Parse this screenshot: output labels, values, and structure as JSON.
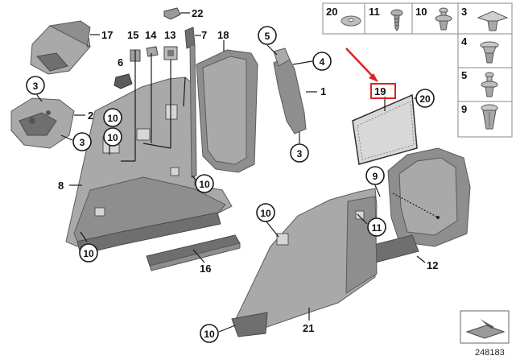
{
  "callouts": {
    "c1": "1",
    "c2": "2",
    "c3": "3",
    "c4": "4",
    "c5": "5",
    "c6": "6",
    "c7": "7",
    "c8": "8",
    "c9": "9",
    "c10": "10",
    "c11": "11",
    "c12": "12",
    "c13": "13",
    "c14": "14",
    "c15": "15",
    "c16": "16",
    "c17": "17",
    "c18": "18",
    "c19": "19",
    "c20": "20",
    "c21": "21",
    "c22": "22"
  },
  "fastener_table": {
    "top_row": [
      "20",
      "11",
      "10",
      "3"
    ],
    "right_column": [
      "4",
      "5",
      "9"
    ]
  },
  "highlight": {
    "part": "19",
    "color": "#e02020"
  },
  "diagram_code": "248183"
}
